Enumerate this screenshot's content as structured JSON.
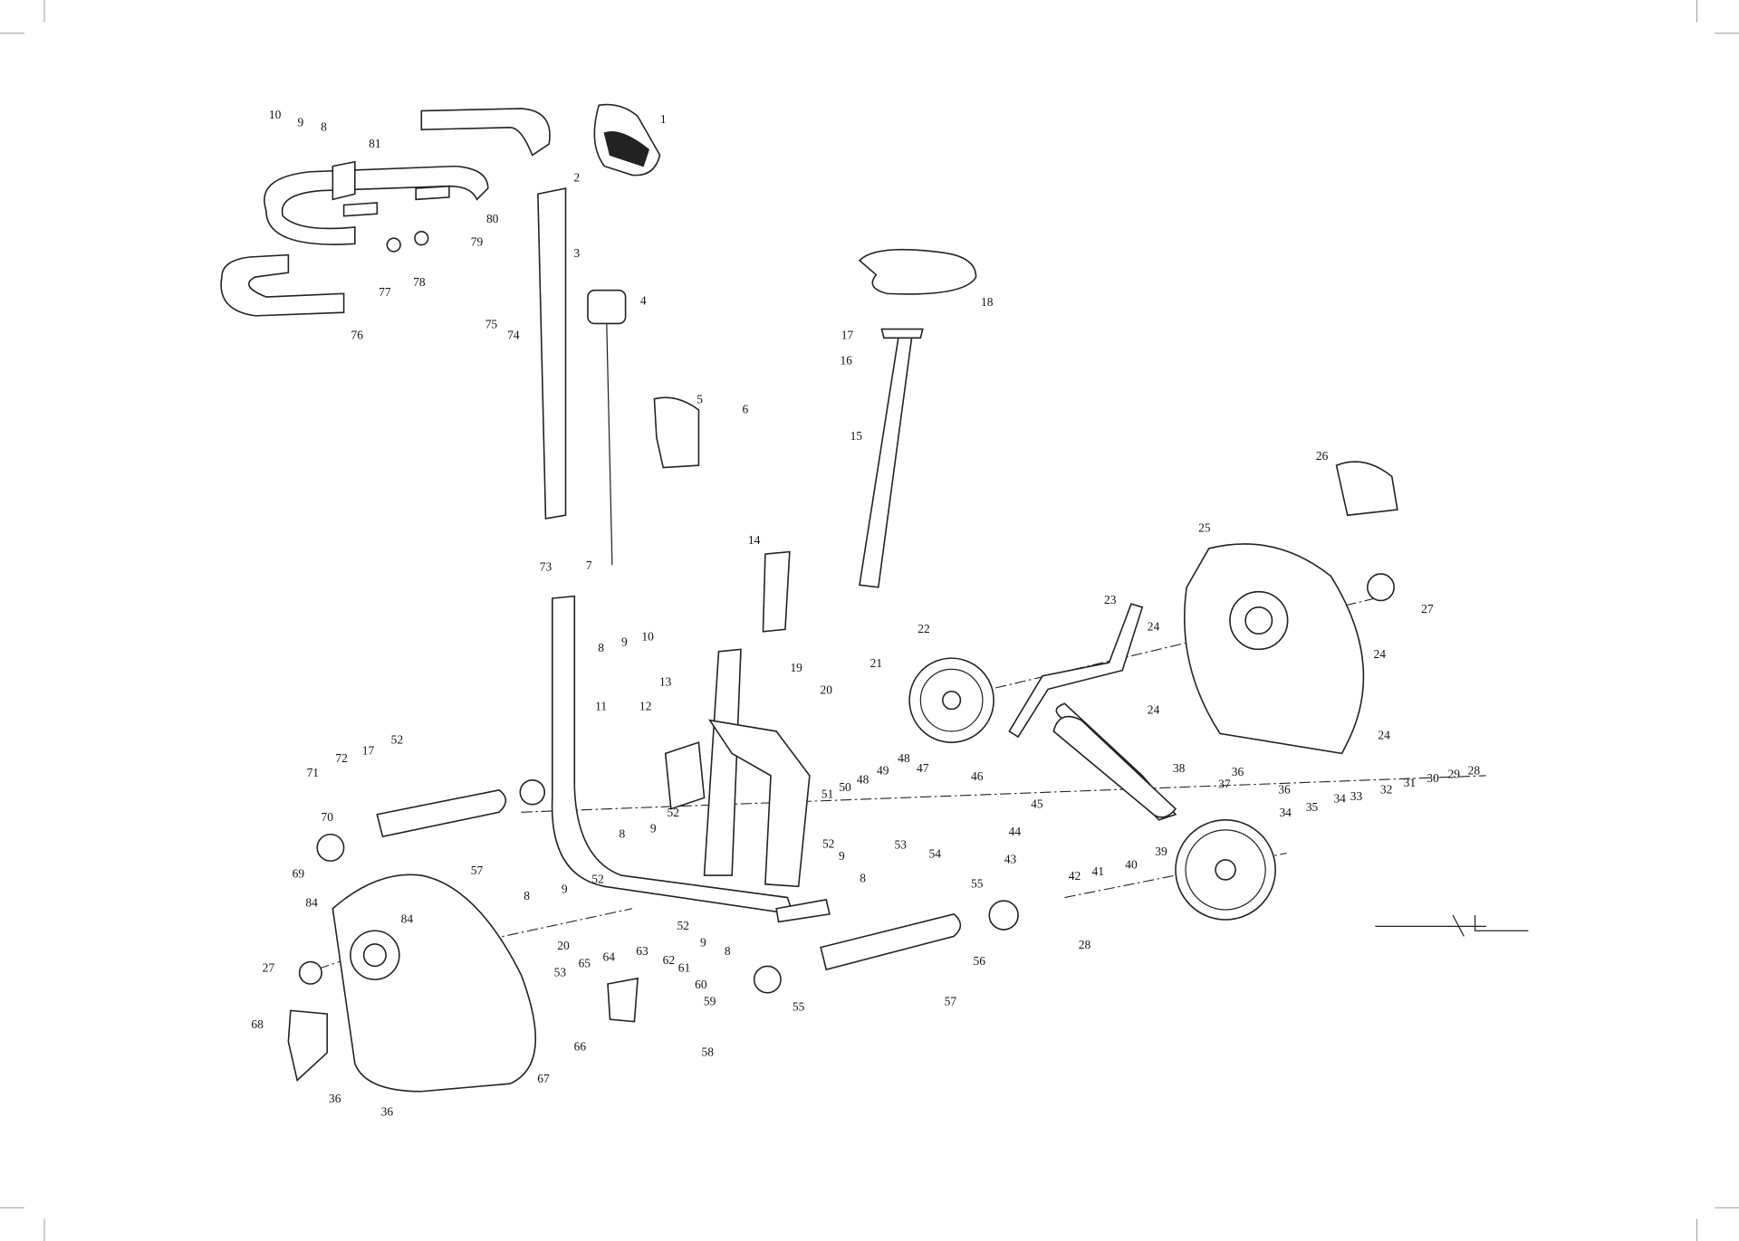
{
  "diagram": {
    "type": "exploded parts diagram",
    "part_labels": [
      "1",
      "2",
      "3",
      "4",
      "5",
      "6",
      "7",
      "10",
      "9",
      "8",
      "81",
      "80",
      "79",
      "78",
      "77",
      "76",
      "75",
      "74",
      "18",
      "17",
      "16",
      "15",
      "14",
      "26",
      "25",
      "27",
      "23",
      "24",
      "24",
      "24",
      "24",
      "22",
      "21",
      "19",
      "20",
      "13",
      "12",
      "11",
      "73",
      "8",
      "9",
      "10",
      "71",
      "72",
      "17",
      "52",
      "70",
      "69",
      "57",
      "84",
      "84",
      "27",
      "68",
      "36",
      "36",
      "67",
      "8",
      "9",
      "52",
      "20",
      "8",
      "9",
      "52",
      "52",
      "9",
      "8",
      "52",
      "9",
      "8",
      "53",
      "65",
      "64",
      "63",
      "62",
      "61",
      "60",
      "59",
      "58",
      "66",
      "55",
      "55",
      "56",
      "57",
      "51",
      "50",
      "48",
      "49",
      "48",
      "47",
      "46",
      "45",
      "44",
      "43",
      "53",
      "54",
      "38",
      "37",
      "36",
      "36",
      "42",
      "41",
      "40",
      "39",
      "28",
      "34",
      "35",
      "34",
      "33",
      "32",
      "31",
      "30",
      "29",
      "28"
    ]
  }
}
